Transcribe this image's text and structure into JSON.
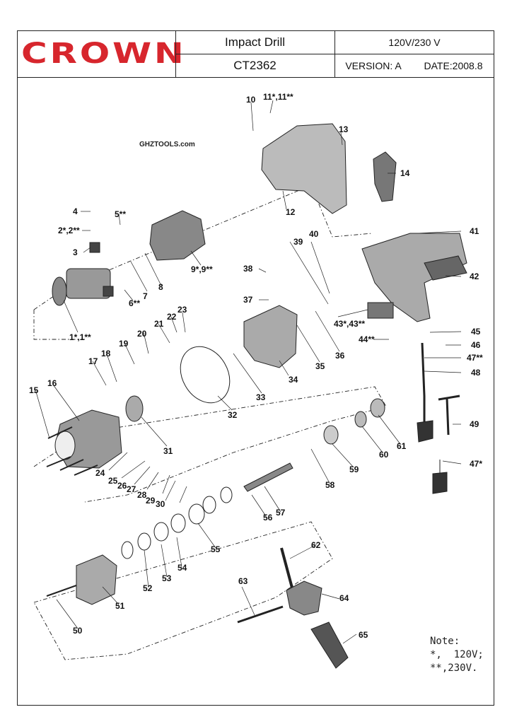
{
  "header": {
    "brand": "CROWN",
    "product_name": "Impact Drill",
    "model": "CT2362",
    "voltage": "120V/230 V",
    "version": "VERSION: A",
    "date": "DATE:2008.8"
  },
  "watermark": "GHZTOOLS.com",
  "colors": {
    "brand_red": "#d7262d",
    "line": "#222222"
  },
  "part_labels": [
    "10",
    "11*,11**",
    "13",
    "14",
    "12",
    "4",
    "5**",
    "2*,2**",
    "3",
    "7",
    "8",
    "6**",
    "9*,9**",
    "38",
    "40",
    "39",
    "41",
    "42",
    "37",
    "43*,43**",
    "1*,1**",
    "23",
    "22",
    "21",
    "20",
    "45",
    "46",
    "47**",
    "44**",
    "19",
    "18",
    "17",
    "35",
    "36",
    "34",
    "48",
    "33",
    "32",
    "15",
    "16",
    "31",
    "49",
    "24",
    "25",
    "26",
    "27",
    "28",
    "29",
    "30",
    "58",
    "59",
    "60",
    "61",
    "57",
    "56",
    "47*",
    "55",
    "62",
    "54",
    "53",
    "52",
    "51",
    "63",
    "64",
    "50",
    "65"
  ],
  "note": {
    "title": "Note:",
    "line1": "*,  120V;",
    "line2": "**,230V."
  }
}
